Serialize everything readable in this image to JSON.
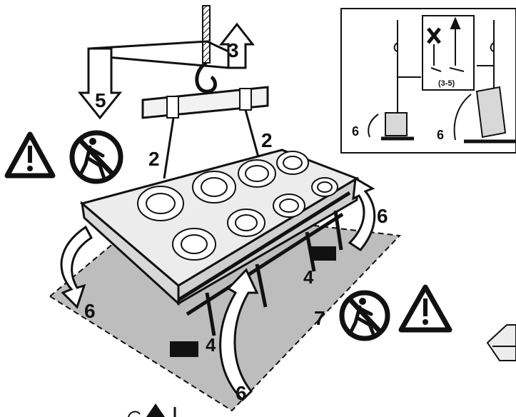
{
  "colors": {
    "ink": "#111111",
    "ground": "#bdbdbd",
    "unit": "#ececec",
    "paper": "#ffffff"
  },
  "icons": [
    "warning-triangle-icon",
    "no-pedestrian-icon",
    "no-crossing-icon",
    "hook-icon",
    "arrow-up-icon",
    "arrow-down-icon",
    "curved-arrow-icon"
  ],
  "steps": {
    "spreader_up": "3",
    "spreader_down": "5",
    "sling_left": "2",
    "sling_right": "2",
    "foot_right": "4",
    "foot_left": "4",
    "tip_right": "6",
    "tip_left": "6",
    "tip_front": "6",
    "keep_clear": "7"
  },
  "inset": {
    "step_left": "6",
    "step_right": "6",
    "range_label": "(3-5)"
  }
}
